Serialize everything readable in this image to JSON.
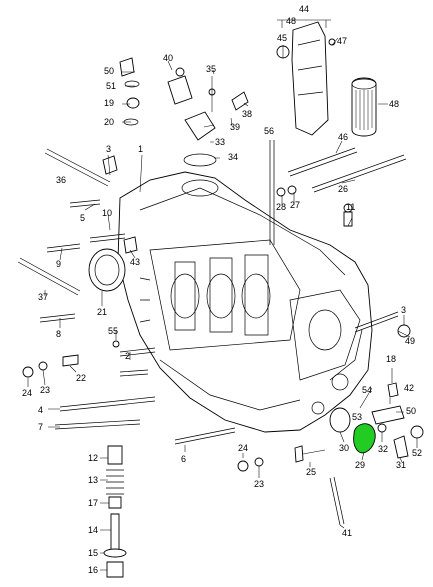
{
  "highlight_color": "#22cc22",
  "labels": {
    "l44": "44",
    "l48a": "48",
    "l47": "47",
    "l45": "45",
    "l48b": "48",
    "l50": "50",
    "l40": "40",
    "l35": "35",
    "l51": "51",
    "l19": "19",
    "l38": "38",
    "l39": "39",
    "l20": "20",
    "l33": "33",
    "l34": "34",
    "l56": "56",
    "l46": "46",
    "l3a": "3",
    "l1": "1",
    "l36": "36",
    "l26": "26",
    "l28": "28",
    "l27": "27",
    "l11": "11",
    "l5": "5",
    "l10": "10",
    "l43": "43",
    "l9": "9",
    "l37": "37",
    "l21": "21",
    "l8": "8",
    "l55": "55",
    "l2": "2",
    "l3b": "3",
    "l49": "49",
    "l18": "18",
    "l53": "53",
    "l24a": "24",
    "l23a": "23",
    "l22": "22",
    "l54": "54",
    "l4": "4",
    "l42": "42",
    "l50b": "50",
    "l7": "7",
    "l30": "30",
    "l29": "29",
    "l32": "32",
    "l52": "52",
    "l31": "31",
    "l12": "12",
    "l24b": "24",
    "l6": "6",
    "l13": "13",
    "l25": "25",
    "l23b": "23",
    "l17": "17",
    "l41": "41",
    "l14": "14",
    "l15": "15",
    "l16": "16"
  }
}
